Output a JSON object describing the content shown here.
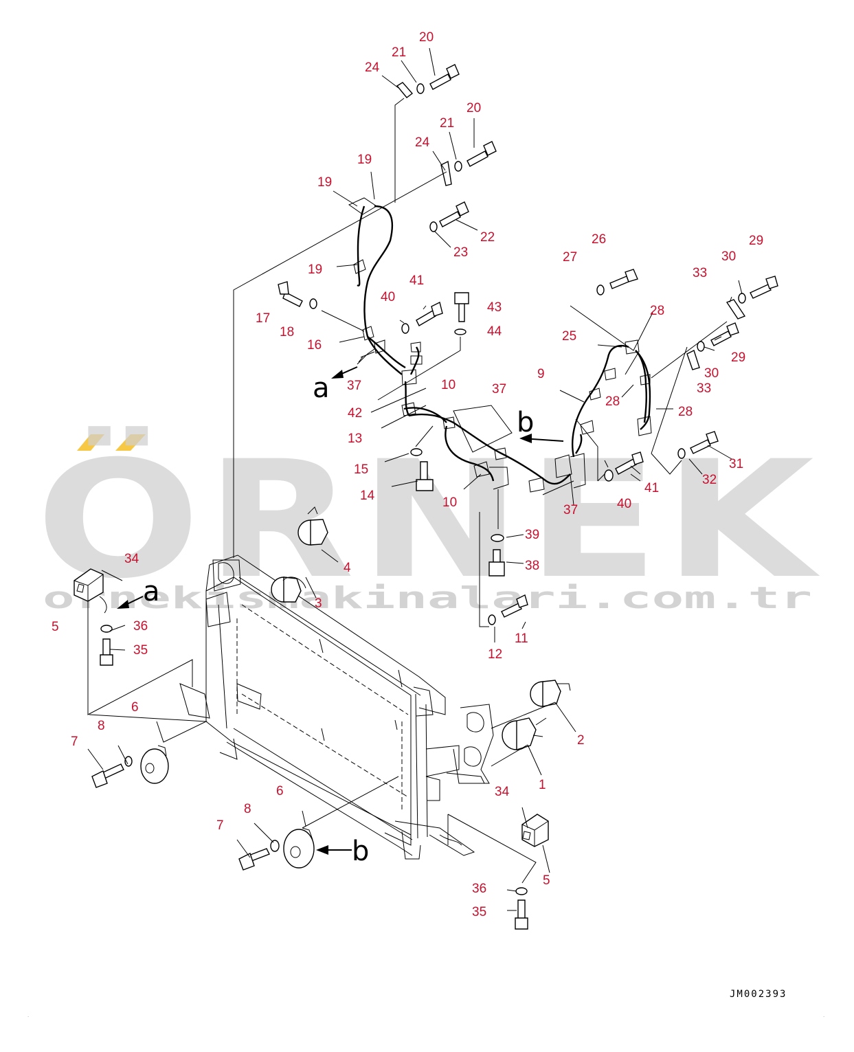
{
  "watermark": {
    "brand": "ÖRNEK",
    "url": "ornekismakinalari.com.tr",
    "accent_color": "#f6c844",
    "text_color": "#cfcfcf"
  },
  "drawing_code": "JM002393",
  "view_letters": {
    "a1": "a",
    "a2": "a",
    "b1": "b",
    "b2": "b"
  },
  "callouts": {
    "c1": "1",
    "c2": "2",
    "c3": "3",
    "c4": "4",
    "c5a": "5",
    "c5b": "5",
    "c6a": "6",
    "c6b": "6",
    "c7a": "7",
    "c7b": "7",
    "c8a": "8",
    "c8b": "8",
    "c9": "9",
    "c10a": "10",
    "c10b": "10",
    "c11": "11",
    "c12": "12",
    "c13": "13",
    "c14": "14",
    "c15": "15",
    "c16": "16",
    "c17": "17",
    "c18": "18",
    "c19a": "19",
    "c19b": "19",
    "c19c": "19",
    "c20a": "20",
    "c20b": "20",
    "c21a": "21",
    "c21b": "21",
    "c22": "22",
    "c23": "23",
    "c24a": "24",
    "c24b": "24",
    "c25": "25",
    "c26": "26",
    "c27": "27",
    "c28a": "28",
    "c28b": "28",
    "c28c": "28",
    "c29a": "29",
    "c29b": "29",
    "c30a": "30",
    "c30b": "30",
    "c31": "31",
    "c32": "32",
    "c33a": "33",
    "c33b": "33",
    "c34a": "34",
    "c34b": "34",
    "c35a": "35",
    "c35b": "35",
    "c36a": "36",
    "c36b": "36",
    "c37a": "37",
    "c37b": "37",
    "c37c": "37",
    "c38": "38",
    "c39": "39",
    "c40a": "40",
    "c40b": "40",
    "c41a": "41",
    "c41b": "41",
    "c42": "42",
    "c43": "43",
    "c44": "44"
  }
}
